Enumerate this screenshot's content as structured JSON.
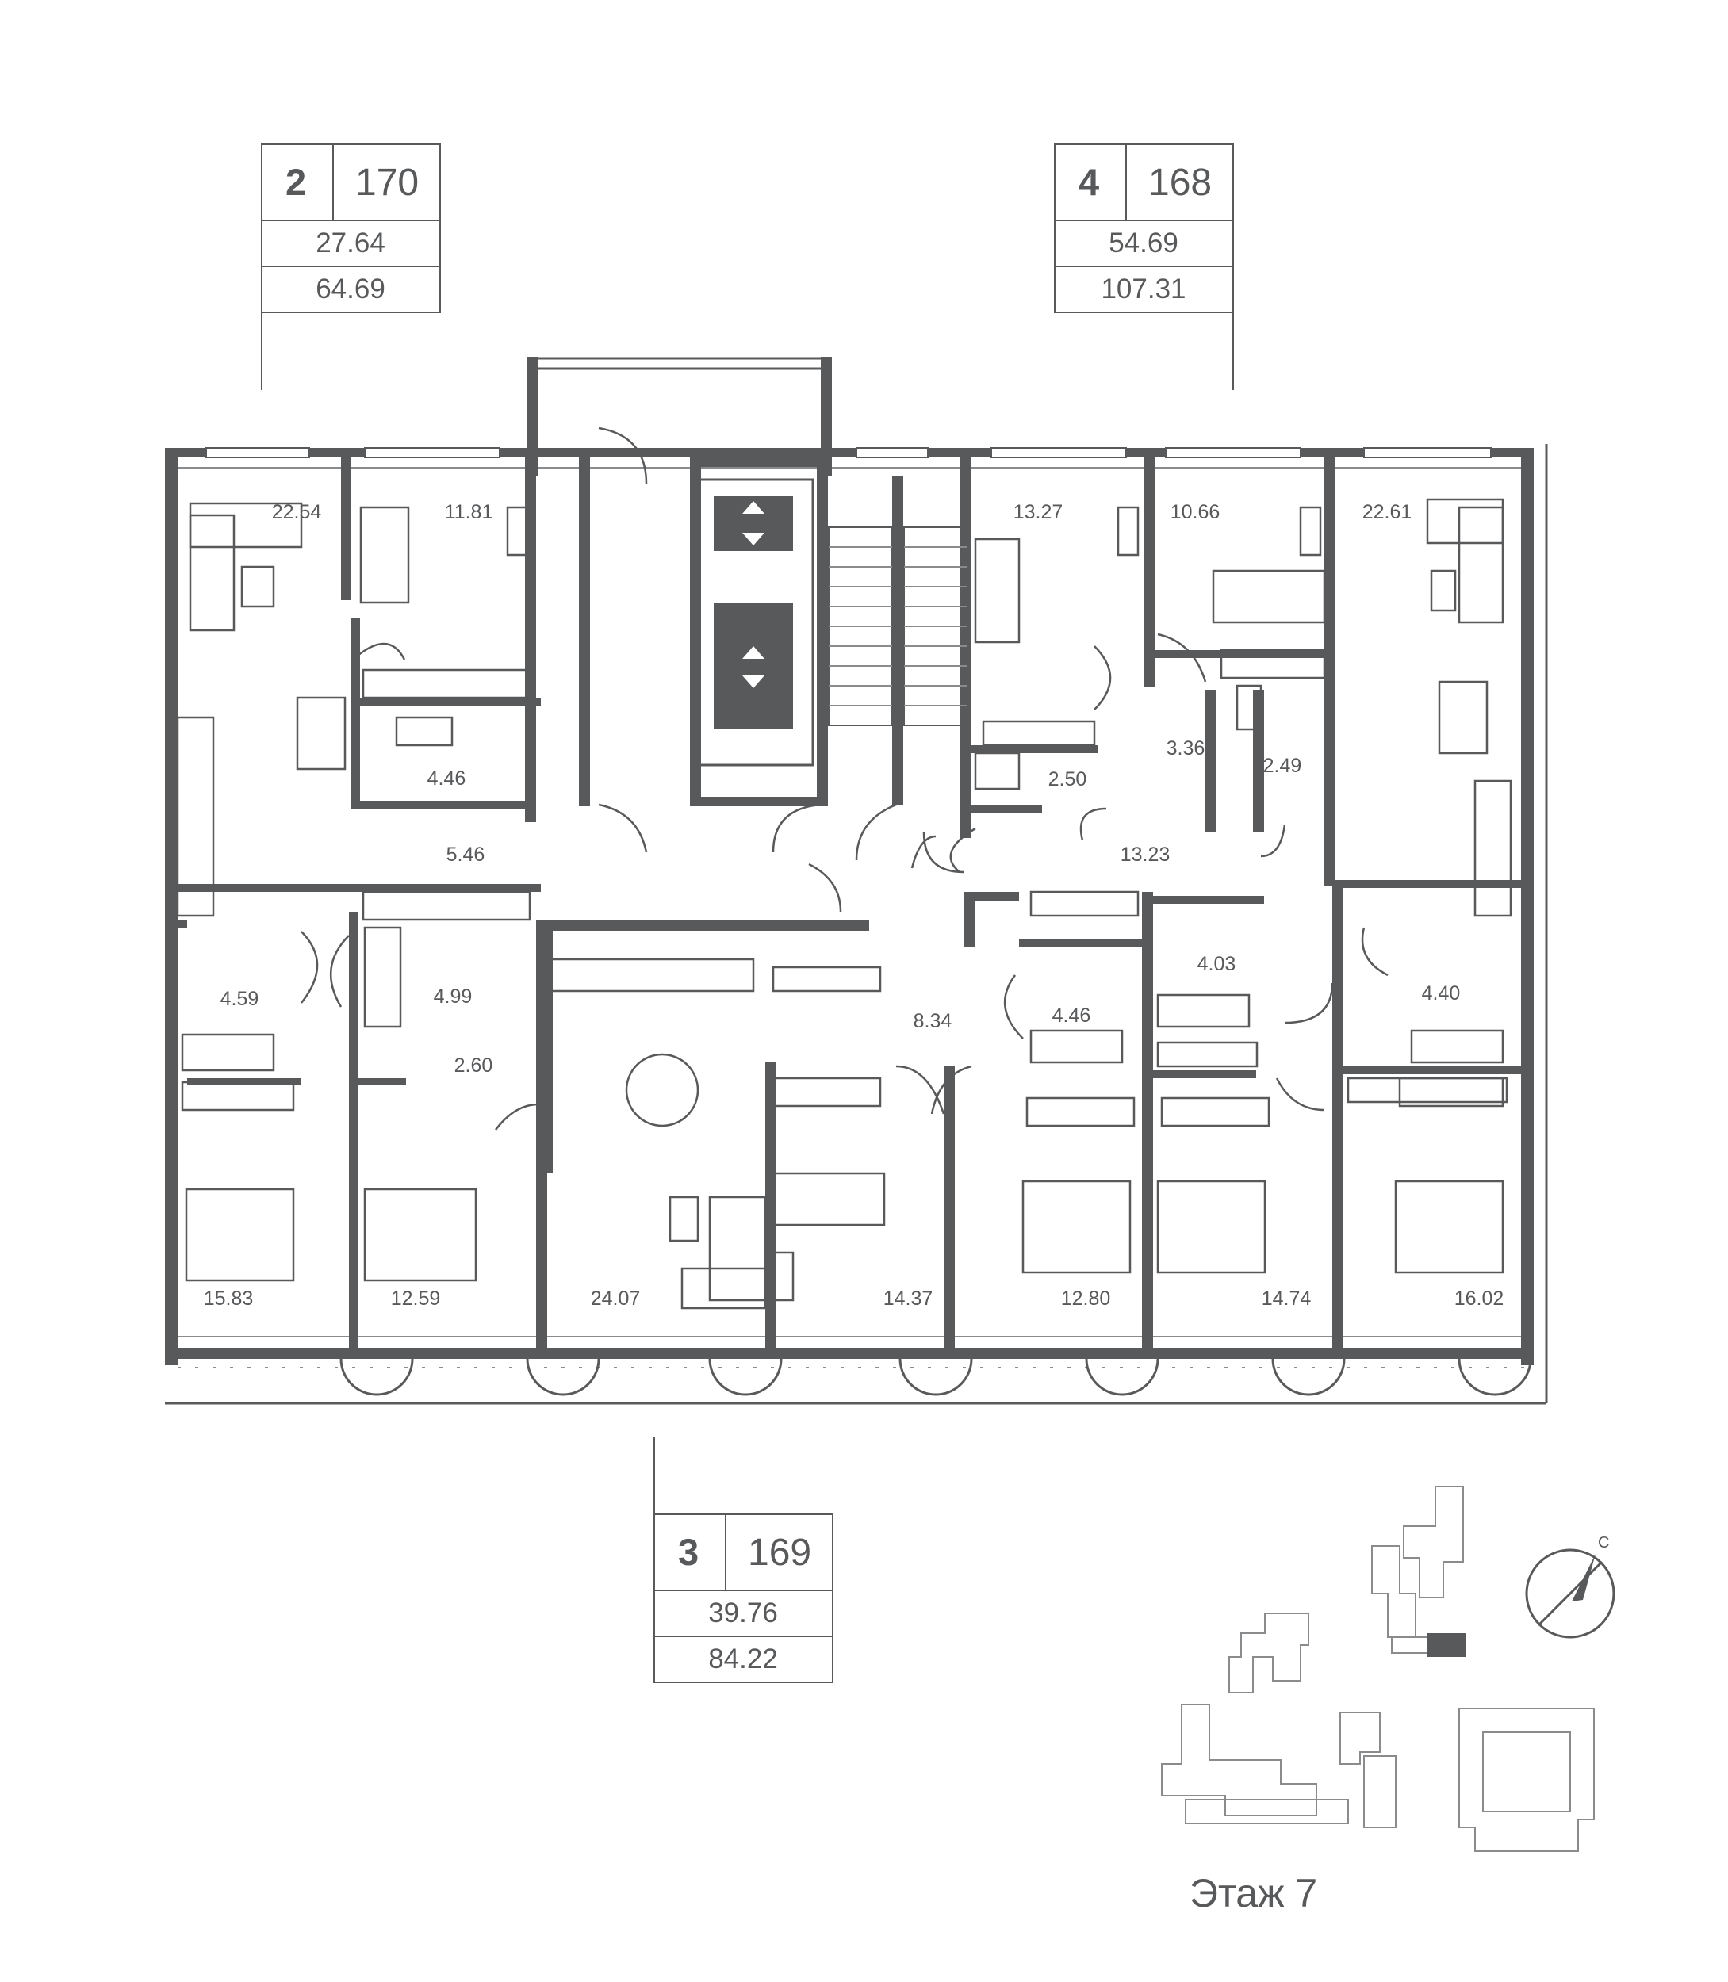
{
  "cards": [
    {
      "id": "apt-170",
      "rooms": "2",
      "number": "170",
      "living_area": "27.64",
      "total_area": "64.69"
    },
    {
      "id": "apt-168",
      "rooms": "4",
      "number": "168",
      "living_area": "54.69",
      "total_area": "107.31"
    },
    {
      "id": "apt-169",
      "rooms": "3",
      "number": "169",
      "living_area": "39.76",
      "total_area": "84.22"
    }
  ],
  "rooms": [
    "22.54",
    "11.81",
    "4.46",
    "5.46",
    "4.59",
    "4.99",
    "2.60",
    "15.83",
    "12.59",
    "24.07",
    "8.34",
    "14.37",
    "13.27",
    "10.66",
    "22.61",
    "2.50",
    "3.36",
    "2.49",
    "13.23",
    "4.46",
    "4.03",
    "4.40",
    "12.80",
    "14.74",
    "16.02"
  ],
  "floor_label": "Этаж 7",
  "compass_label": "С",
  "colors": {
    "wall": "#58595b",
    "background": "#ffffff",
    "highlight": "#58595b"
  }
}
